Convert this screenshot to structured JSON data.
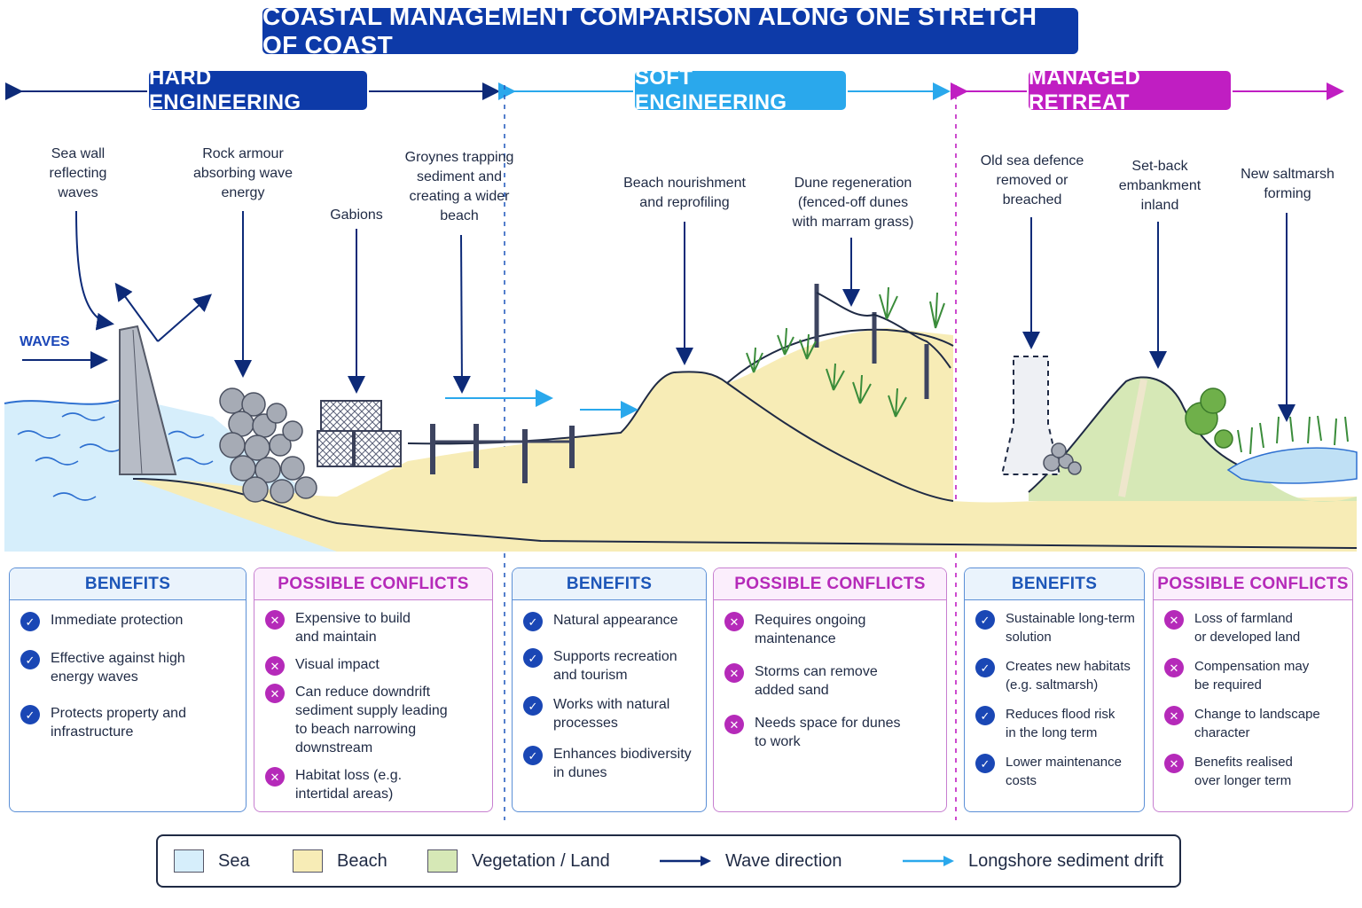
{
  "title": "COASTAL MANAGEMENT COMPARISON ALONG ONE STRETCH OF COAST",
  "colors": {
    "hard": "#0d3aa8",
    "soft": "#2aa8ec",
    "retreat": "#c01ec2",
    "sea": "#d6eefb",
    "beach": "#f7ecb6",
    "vegetation": "#d6e8b6"
  },
  "sections": {
    "hard": {
      "label": "HARD ENGINEERING"
    },
    "soft": {
      "label": "SOFT ENGINEERING"
    },
    "retreat": {
      "label": "MANAGED RETREAT"
    }
  },
  "annotations": {
    "waves": "WAVES",
    "sea_wall": "Sea wall\nreflecting\nwaves",
    "rock_armour": "Rock armour\nabsorbing wave\nenergy",
    "gabions": "Gabions",
    "groynes": "Groynes trapping\nsediment and\ncreating a wider\nbeach",
    "beach_nourishment": "Beach nourishment\nand reprofiling",
    "dune_regeneration": "Dune regeneration\n(fenced-off dunes\nwith marram grass)",
    "old_defence": "Old sea defence\nremoved or\nbreached",
    "setback": "Set-back\nembankment\ninland",
    "saltmarsh": "New saltmarsh\nforming"
  },
  "panels": {
    "hard_benefits": {
      "heading": "BENEFITS",
      "items": [
        "Immediate protection",
        "Effective against high\nenergy waves",
        "Protects property and\ninfrastructure"
      ]
    },
    "hard_conflicts": {
      "heading": "POSSIBLE CONFLICTS",
      "items": [
        "Expensive to build\nand maintain",
        "Visual impact",
        "Can reduce downdrift\nsediment supply leading\nto beach narrowing\ndownstream",
        "Habitat loss (e.g.\nintertidal areas)"
      ]
    },
    "soft_benefits": {
      "heading": "BENEFITS",
      "items": [
        "Natural appearance",
        "Supports recreation\nand tourism",
        "Works with natural\nprocesses",
        "Enhances biodiversity\nin dunes"
      ]
    },
    "soft_conflicts": {
      "heading": "POSSIBLE CONFLICTS",
      "items": [
        "Requires ongoing\nmaintenance",
        "Storms can remove\nadded sand",
        "Needs space for dunes\nto work"
      ]
    },
    "retreat_benefits": {
      "heading": "BENEFITS",
      "items": [
        "Sustainable long-term\nsolution",
        "Creates new habitats\n(e.g. saltmarsh)",
        "Reduces flood risk\nin the long term",
        "Lower maintenance\ncosts"
      ]
    },
    "retreat_conflicts": {
      "heading": "POSSIBLE CONFLICTS",
      "items": [
        "Loss of farmland\nor developed land",
        "Compensation may\nbe required",
        "Change to landscape\ncharacter",
        "Benefits realised\nover longer term"
      ]
    }
  },
  "legend": {
    "sea": "Sea",
    "beach": "Beach",
    "vegetation": "Vegetation / Land",
    "wave_direction": "Wave direction",
    "longshore": "Longshore sediment drift"
  }
}
